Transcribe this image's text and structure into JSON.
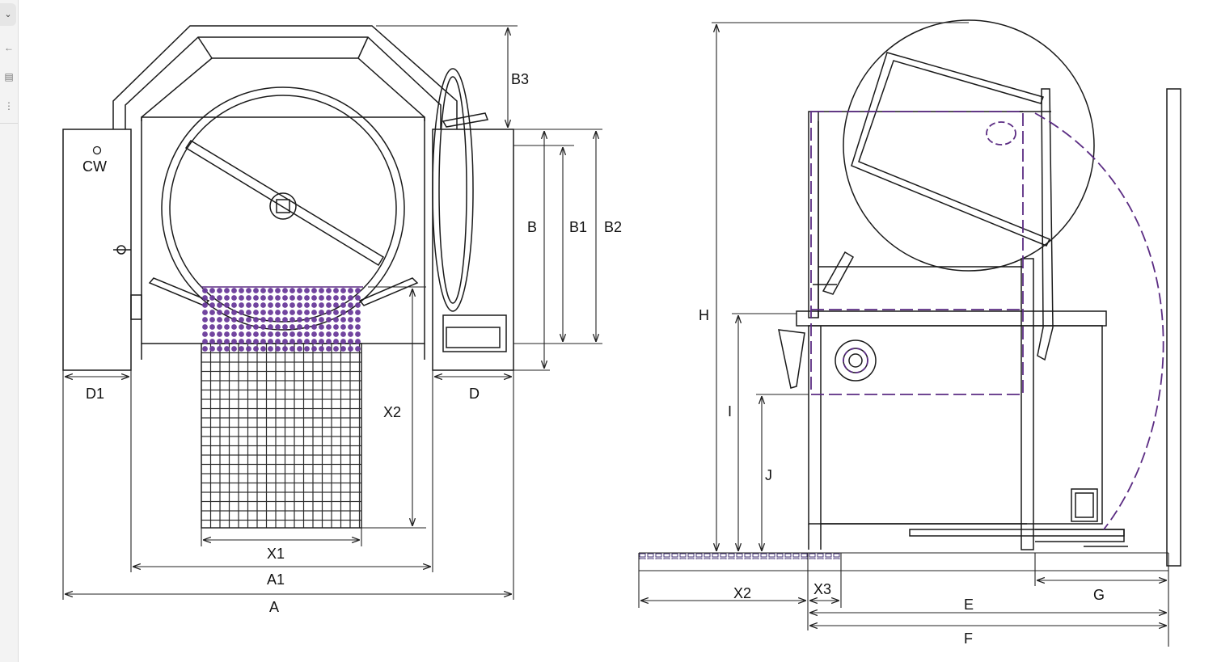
{
  "browser": {
    "tab_icon": "chevron-down-icon",
    "back_icon": "arrow-left-icon",
    "page_icon": "page-icon",
    "list_icon": "grip-icon"
  },
  "front_view": {
    "labels": {
      "a": "A",
      "a1": "A1",
      "b": "B",
      "b1": "B1",
      "b2": "B2",
      "b3": "B3",
      "d": "D",
      "d1": "D1",
      "x1": "X1",
      "x2": "X2",
      "cw": "CW"
    }
  },
  "side_view": {
    "labels": {
      "h": "H",
      "i": "I",
      "j": "J",
      "e": "E",
      "f": "F",
      "g": "G",
      "x2": "X2",
      "x3": "X3"
    }
  },
  "colors": {
    "line": "#1a1a1a",
    "dimension": "#222222",
    "zone": "#5b2c83",
    "zone_fill": "#6a3a9a"
  }
}
